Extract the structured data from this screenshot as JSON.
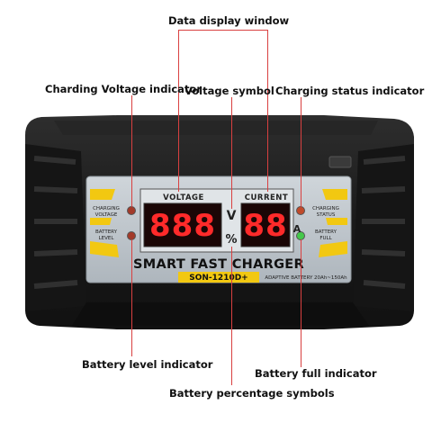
{
  "callouts": {
    "data_display_window": "Data display window",
    "charging_voltage_indicator": "Charding Voltage indicator",
    "voltage_symbol": "Voltage symbol",
    "charging_status_indicator": "Charging status indicator",
    "battery_level_indicator": "Battery level indicator",
    "battery_full_indicator": "Battery full indicator",
    "battery_percentage_symbols": "Battery percentage symbols"
  },
  "panel": {
    "voltage_header": "VOLTAGE",
    "current_header": "CURRENT",
    "left_indicator_top": "CHARGING\nVOLTAGE",
    "left_indicator_bottom": "BATTERY\nLEVEL",
    "right_indicator_top": "CHARGING\nSTATUS",
    "right_indicator_bottom": "BATTERY\nFULL",
    "voltage_digits": "888",
    "current_digits": "88",
    "volt_symbol": "V",
    "percent_symbol": "%",
    "amp_symbol": "A",
    "brand_title": "SMART FAST CHARGER",
    "model": "SON-1210D+",
    "spec_line": "ADAPTIVE BATTERY 20Ah~150Ah"
  },
  "colors": {
    "leader_line": "#d94040",
    "body": "#1c1c1c",
    "panel_bg": "#bfc6cc",
    "accent_yellow": "#f2c811",
    "led_red": "#ff2a2a",
    "display_bg": "#1a0606",
    "led_off_left": "#a33a2a",
    "led_green": "#44c84a"
  }
}
